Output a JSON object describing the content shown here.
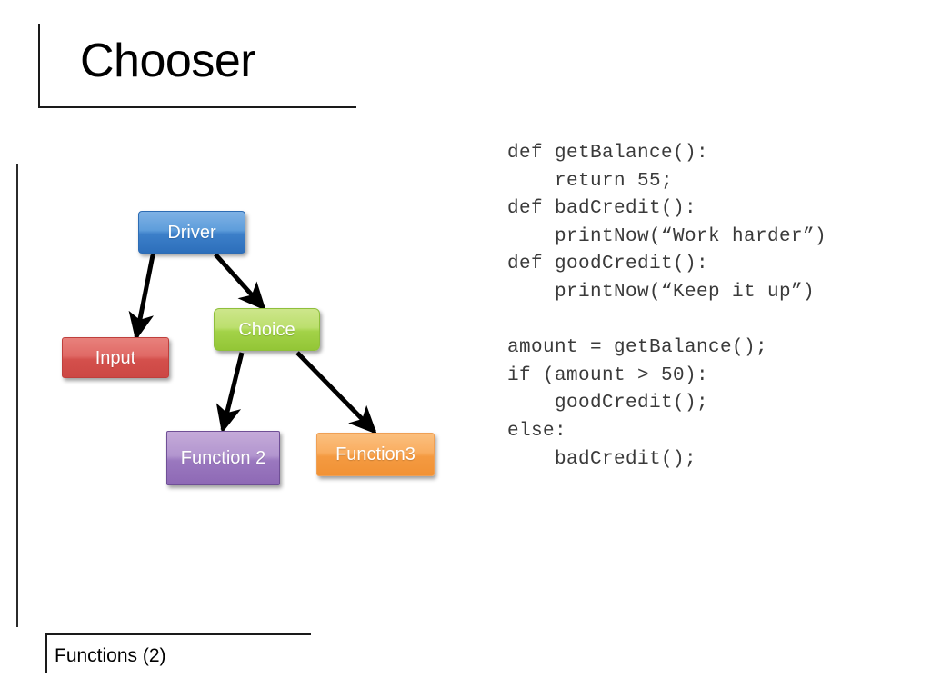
{
  "slide": {
    "title": "Chooser",
    "footer": "Functions (2)"
  },
  "code": {
    "text": "def getBalance():\n    return 55;\ndef badCredit():\n    printNow(“Work harder”)\ndef goodCredit():\n    printNow(“Keep it up”)\n\namount = getBalance();\nif (amount > 50):\n    goodCredit();\nelse:\n    badCredit();",
    "lines": [
      "def getBalance():",
      "    return 55;",
      "def badCredit():",
      "    printNow(“Work harder”)",
      "def goodCredit():",
      "    printNow(“Keep it up”)",
      "",
      "amount = getBalance();",
      "if (amount > 50):",
      "    goodCredit();",
      "else:",
      "    badCredit();"
    ]
  },
  "diagram": {
    "nodes": [
      {
        "id": "driver",
        "label": "Driver",
        "color": "#3c7fc9"
      },
      {
        "id": "input",
        "label": "Input",
        "color": "#d4504c"
      },
      {
        "id": "choice",
        "label": "Choice",
        "color": "#a3d248"
      },
      {
        "id": "function2",
        "label": "Function 2",
        "color": "#9a78bf"
      },
      {
        "id": "function3",
        "label": "Function3",
        "color": "#f49a41"
      }
    ],
    "edges": [
      {
        "from": "driver",
        "to": "input",
        "arrowheads": "both"
      },
      {
        "from": "driver",
        "to": "choice",
        "arrowheads": "end"
      },
      {
        "from": "choice",
        "to": "function2",
        "arrowheads": "end"
      },
      {
        "from": "choice",
        "to": "function3",
        "arrowheads": "end"
      }
    ]
  }
}
